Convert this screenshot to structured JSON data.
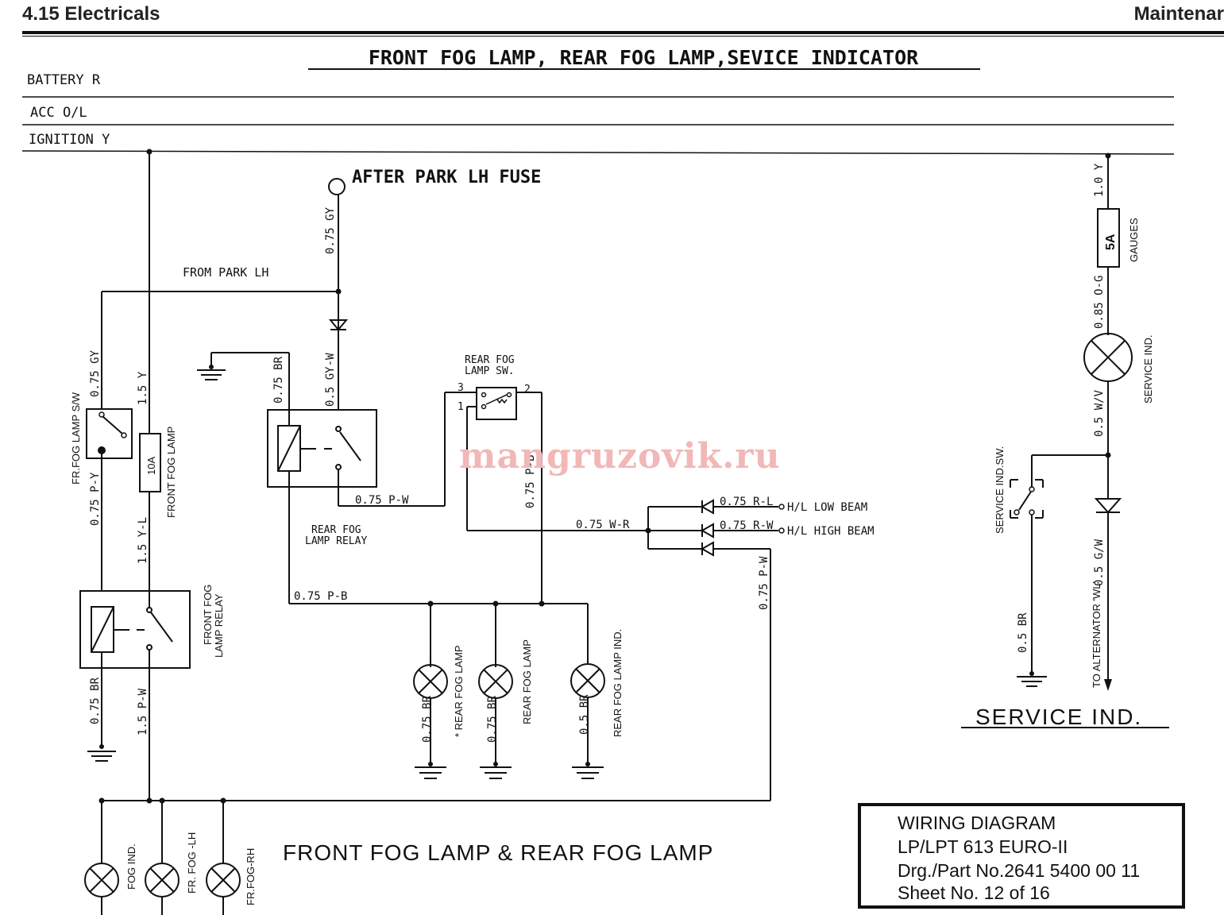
{
  "header": {
    "section": "4.15 Electricals",
    "right": "Maintenar"
  },
  "diagram": {
    "title": "FRONT FOG LAMP, REAR FOG LAMP,SEVICE INDICATOR",
    "buses": {
      "battery": "BATTERY R",
      "acc": "ACC O/L",
      "ignition": "IGNITION Y"
    },
    "after_park": "AFTER PARK LH FUSE",
    "from_park": "FROM PARK LH",
    "wires": {
      "gy075": "0.75 GY",
      "gyw05": "0.5 GY-W",
      "br075": "0.75 BR",
      "gy075b": "0.75 GY",
      "y15": "1.5 Y",
      "py075": "0.75 P-Y",
      "yl15": "1.5 Y-L",
      "pw075": "0.75 P-W",
      "pb075": "0.75 P-B",
      "pb075v": "0.75 P-B",
      "wr075": "0.75 W-R",
      "rl075": "0.75 R-L",
      "rw075": "0.75 R-W",
      "pw075v": "0.75 P-W",
      "br075a": "0.75 BR",
      "pw15": "1.5 P-W",
      "br075c": "0.75 BR",
      "br075d": "0.75 BR",
      "br05": "0.5 BR",
      "y10": "1.0 Y",
      "og085": "0.85 O-G",
      "wv05": "0.5 W/V",
      "br05b": "0.5 BR",
      "gw05": "0.5 G/W"
    },
    "components": {
      "fr_fog_sw": "FR.FOG LAMP S/W",
      "fuse10a": "10A",
      "front_fog_lamp": "FRONT FOG LAMP",
      "rear_fog_sw_1": "REAR FOG",
      "rear_fog_sw_2": "LAMP SW.",
      "pin3": "3",
      "pin2": "2",
      "pin1": "1",
      "rear_relay_1": "REAR FOG",
      "rear_relay_2": "LAMP RELAY",
      "front_relay_1": "FRONT FOG",
      "front_relay_2": "LAMP RELAY",
      "low_beam": "H/L LOW BEAM",
      "high_beam": "H/L HIGH BEAM",
      "rear_lamp_a": "* REAR FOG LAMP",
      "rear_lamp_b": "REAR FOG LAMP",
      "rear_lamp_ind": "REAR FOG LAMP IND.",
      "fog_ind": "FOG IND.",
      "fr_fog_lh": "FR. FOG -LH",
      "fr_fog_rh": "FR.FOG-RH",
      "fuse5a": "5A",
      "gauges": "GAUGES",
      "service_ind": "SERVICE IND.",
      "service_sw": "SERVICE IND.SW.",
      "to_alt": "TO ALTERNATOR 'WL'"
    },
    "captions": {
      "left": "FRONT FOG LAMP & REAR  FOG LAMP",
      "right": "SERVICE IND."
    },
    "watermark": "mangruzovik.ru",
    "title_block": {
      "line1": "WIRING DIAGRAM",
      "line2": "LP/LPT 613 EURO-II",
      "line3": "Drg./Part No.2641 5400 00 11",
      "line4": "Sheet No. 12  of 16"
    }
  }
}
